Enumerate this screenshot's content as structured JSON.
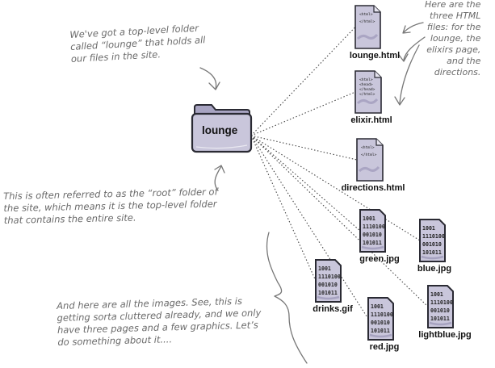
{
  "folder": {
    "label": "lounge"
  },
  "html_files": [
    {
      "name": "lounge.html",
      "code": [
        "<html>",
        "</html>"
      ]
    },
    {
      "name": "elixir.html",
      "code": [
        "<html>",
        "<head>",
        "</head>",
        "</html>"
      ]
    },
    {
      "name": "directions.html",
      "code": [
        "<html>",
        "</html>"
      ]
    }
  ],
  "image_files": [
    {
      "name": "green.jpg"
    },
    {
      "name": "blue.jpg"
    },
    {
      "name": "drinks.gif"
    },
    {
      "name": "red.jpg"
    },
    {
      "name": "lightblue.jpg"
    }
  ],
  "binary_lines": [
    "1001",
    "1110100",
    "001010",
    "101011"
  ],
  "annotations": {
    "root_folder": [
      "We've got a top-level folder",
      "called “lounge” that holds all",
      "our files in the site."
    ],
    "html_files": [
      "Here are the",
      "three HTML",
      "files: for the",
      "lounge, the",
      "elixirs page,",
      "and the",
      "directions."
    ],
    "root_reference": [
      "This is often referred to as the “root” folder of",
      "the site, which means it is the top-level folder",
      "that contains the entire site."
    ],
    "images": [
      "And here are all the images. See, this is",
      "getting sorta cluttered already, and we only",
      "have three pages and a few graphics. Let’s",
      "do something about it...."
    ]
  },
  "colors": {
    "file_fill": "#c9c6db",
    "file_shade": "#a8a4c2",
    "file_stroke": "#2a2a33",
    "annotation_text": "#6a6a6a"
  }
}
